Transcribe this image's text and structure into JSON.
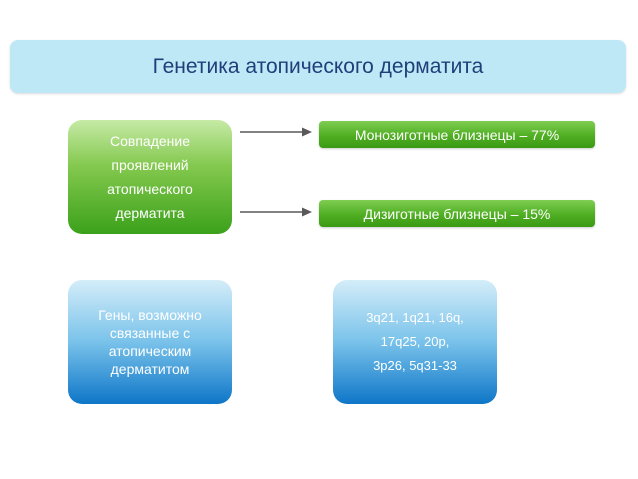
{
  "title": "Генетика атопического дерматита",
  "concordance_box": {
    "lines": [
      "Совпадение",
      "проявлений",
      "атопического",
      "дерматита"
    ]
  },
  "outcomes": [
    {
      "label": "Монозиготные близнецы – 77%"
    },
    {
      "label": "Дизиготные близнецы – 15%"
    }
  ],
  "genes_box": {
    "lines": [
      "Гены, возможно",
      "связанные с",
      "атопическим",
      "дерматитом"
    ]
  },
  "loci_box": {
    "lines": [
      "3q21, 1q21, 16q,",
      "17q25, 20p,",
      "3p26, 5q31-33"
    ]
  },
  "colors": {
    "title_bg": "#bfe8f6",
    "title_text": "#1f3f7a",
    "green": "#3ba11a",
    "blue": "#0e76c8"
  }
}
